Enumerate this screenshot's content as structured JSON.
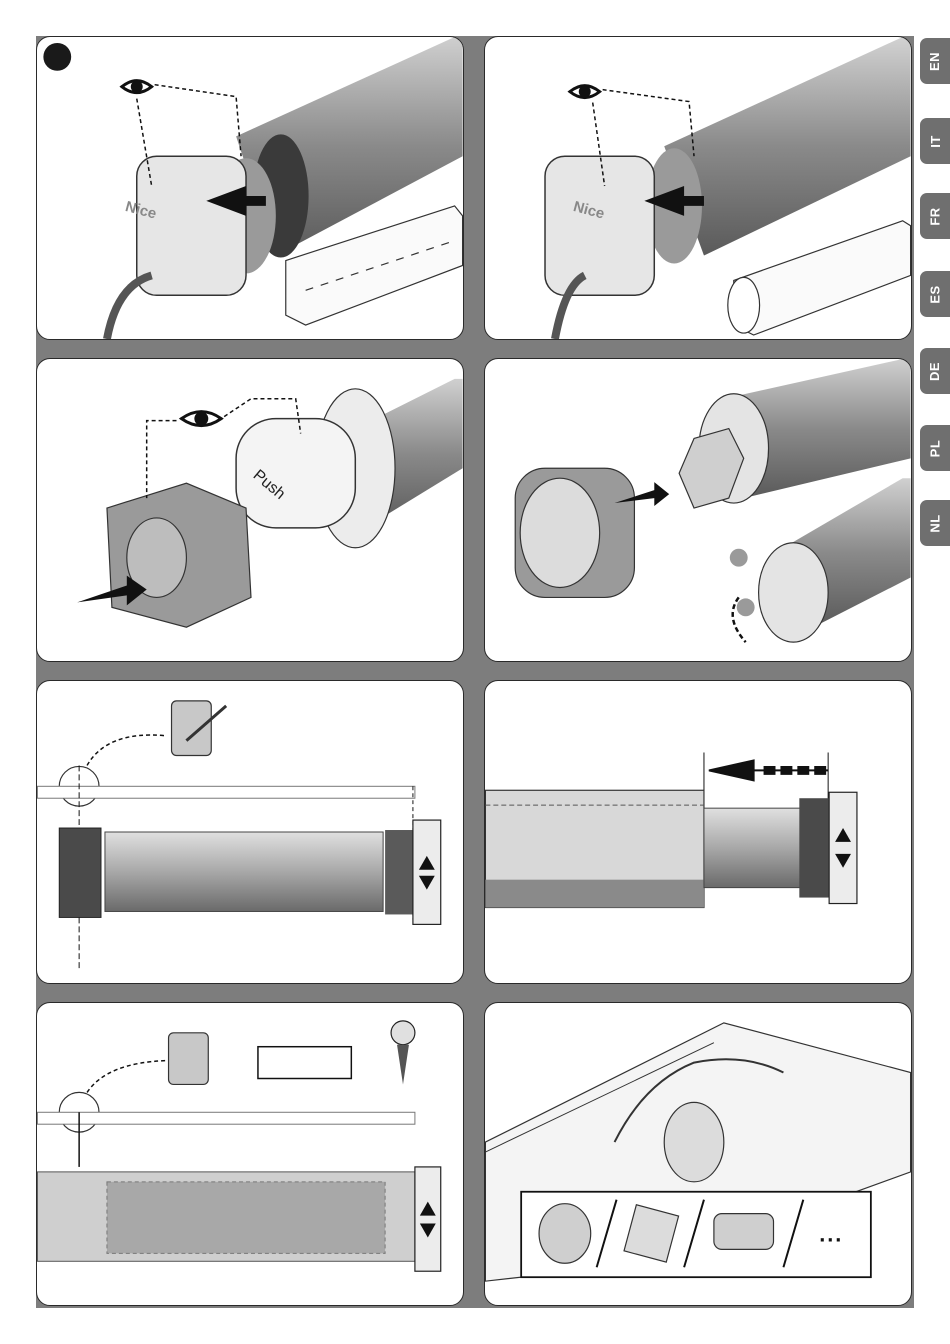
{
  "languages": [
    {
      "code": "EN"
    },
    {
      "code": "IT"
    },
    {
      "code": "FR"
    },
    {
      "code": "ES"
    },
    {
      "code": "DE"
    },
    {
      "code": "PL"
    },
    {
      "code": "NL"
    }
  ],
  "panel1": {
    "brand": "Nice"
  },
  "panel2": {
    "brand": "Nice"
  },
  "panel3": {
    "push_label": "Push"
  },
  "panel8": {
    "ellipsis": "..."
  },
  "colors": {
    "background": "#7d7d7d",
    "tab": "#6f6f6f",
    "panel": "#ffffff",
    "outline": "#2a2a2a"
  }
}
